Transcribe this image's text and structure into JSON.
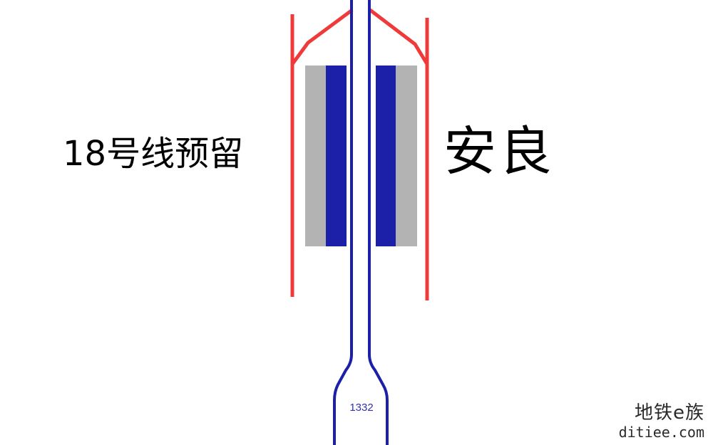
{
  "station": {
    "name": "安良"
  },
  "reserved": {
    "label": "18号线预留"
  },
  "track_number": "1332",
  "watermark": {
    "line1": "地铁e族",
    "line2": "ditiee.com"
  },
  "colors": {
    "track_main": "#1c1fa8",
    "track_reserved": "#f03a3a",
    "platform_edge": "#1c1fa8",
    "platform": "#b3b3b3",
    "background": "#ffffff"
  }
}
